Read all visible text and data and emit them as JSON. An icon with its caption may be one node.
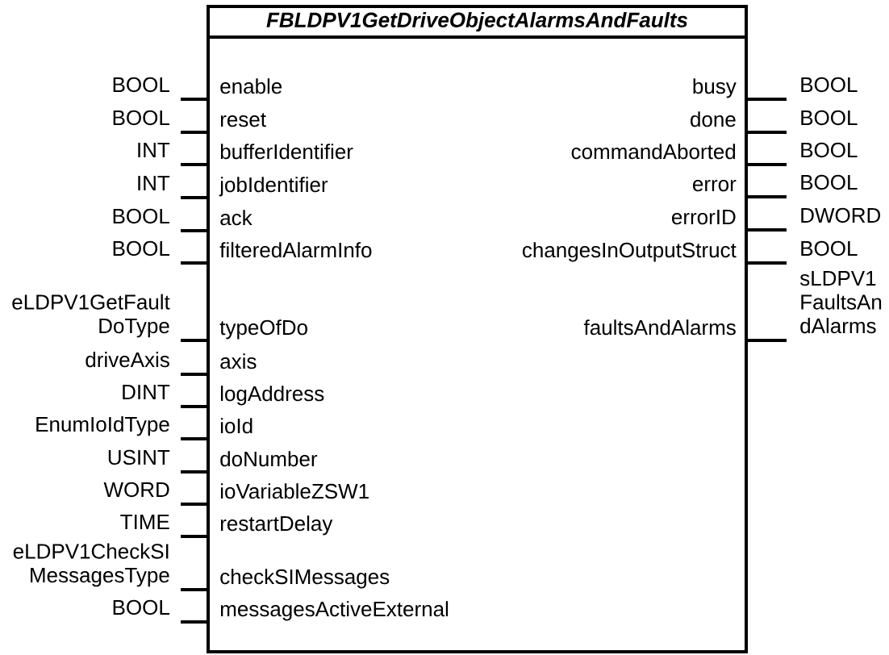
{
  "diagram": {
    "nodes": [
      {
        "text": [
          "FBLDPV1GetDriveObjectAlarmsAndFaults"
        ]
      },
      {
        "text": [
          "BOOL"
        ]
      },
      {
        "text": [
          "BOOL"
        ]
      },
      {
        "text": [
          "INT"
        ]
      },
      {
        "text": [
          "INT"
        ]
      },
      {
        "text": [
          "BOOL"
        ]
      },
      {
        "text": [
          "BOOL"
        ]
      },
      {
        "text": [
          "eLDPV1GetFault DoType"
        ]
      },
      {
        "text": [
          "driveAxis"
        ]
      },
      {
        "text": [
          "DINT"
        ]
      },
      {
        "text": [
          "EnumIoIdType"
        ]
      },
      {
        "text": [
          "USINT"
        ]
      },
      {
        "text": [
          "WORD"
        ]
      },
      {
        "text": [
          "TIME"
        ]
      },
      {
        "text": [
          "eLDPV1CheckSI MessagesType"
        ]
      },
      {
        "text": [
          "BOOL"
        ]
      },
      {
        "text": [
          "BOOL"
        ]
      },
      {
        "text": [
          "BOOL"
        ]
      },
      {
        "text": [
          "BOOL"
        ]
      },
      {
        "text": [
          "BOOL"
        ]
      },
      {
        "text": [
          "DWORD"
        ]
      },
      {
        "text": [
          "BOOL"
        ]
      },
      {
        "text": [
          "sLDPV1 FaultsAn dAlarms"
        ]
      }
    ],
    "edges": [
      {
        "from": 1,
        "to": 0,
        "arrow": "none"
      },
      {
        "from": 2,
        "to": 0,
        "arrow": "none"
      },
      {
        "from": 3,
        "to": 0,
        "arrow": "none"
      },
      {
        "from": 4,
        "to": 0,
        "arrow": "none"
      },
      {
        "from": 5,
        "to": 0,
        "arrow": "none"
      },
      {
        "from": 6,
        "to": 0,
        "arrow": "none"
      },
      {
        "from": 7,
        "to": 0,
        "arrow": "none"
      },
      {
        "from": 8,
        "to": 0,
        "arrow": "none"
      },
      {
        "from": 9,
        "to": 0,
        "arrow": "none"
      },
      {
        "from": 10,
        "to": 0,
        "arrow": "none"
      },
      {
        "from": 11,
        "to": 0,
        "arrow": "none"
      },
      {
        "from": 12,
        "to": 0,
        "arrow": "none"
      },
      {
        "from": 13,
        "to": 0,
        "arrow": "none"
      },
      {
        "from": 14,
        "to": 0,
        "arrow": "none"
      },
      {
        "from": 15,
        "to": 0,
        "arrow": "none"
      },
      {
        "from": 0,
        "to": 16,
        "arrow": "none"
      },
      {
        "from": 0,
        "to": 17,
        "arrow": "none"
      },
      {
        "from": 0,
        "to": 18,
        "arrow": "none"
      },
      {
        "from": 0,
        "to": 19,
        "arrow": "none"
      },
      {
        "from": 0,
        "to": 20,
        "arrow": "none"
      },
      {
        "from": 0,
        "to": 21,
        "arrow": "none"
      },
      {
        "from": 0,
        "to": 22,
        "arrow": "none"
      }
    ],
    "labels": [
      "enable",
      "busy",
      "reset",
      "done",
      "bufferIdentifier",
      "commandAborted",
      "jobIdentifier",
      "error",
      "ack",
      "errorID",
      "filteredAlarmInfo",
      "changesInOutputStruct",
      "typeOfDo",
      "faultsAndAlarms",
      "axis",
      "logAddress",
      "ioId",
      "doNumber",
      "ioVariableZSW1",
      "restartDelay",
      "checkSIMessages",
      "messagesActiveExternal"
    ]
  }
}
